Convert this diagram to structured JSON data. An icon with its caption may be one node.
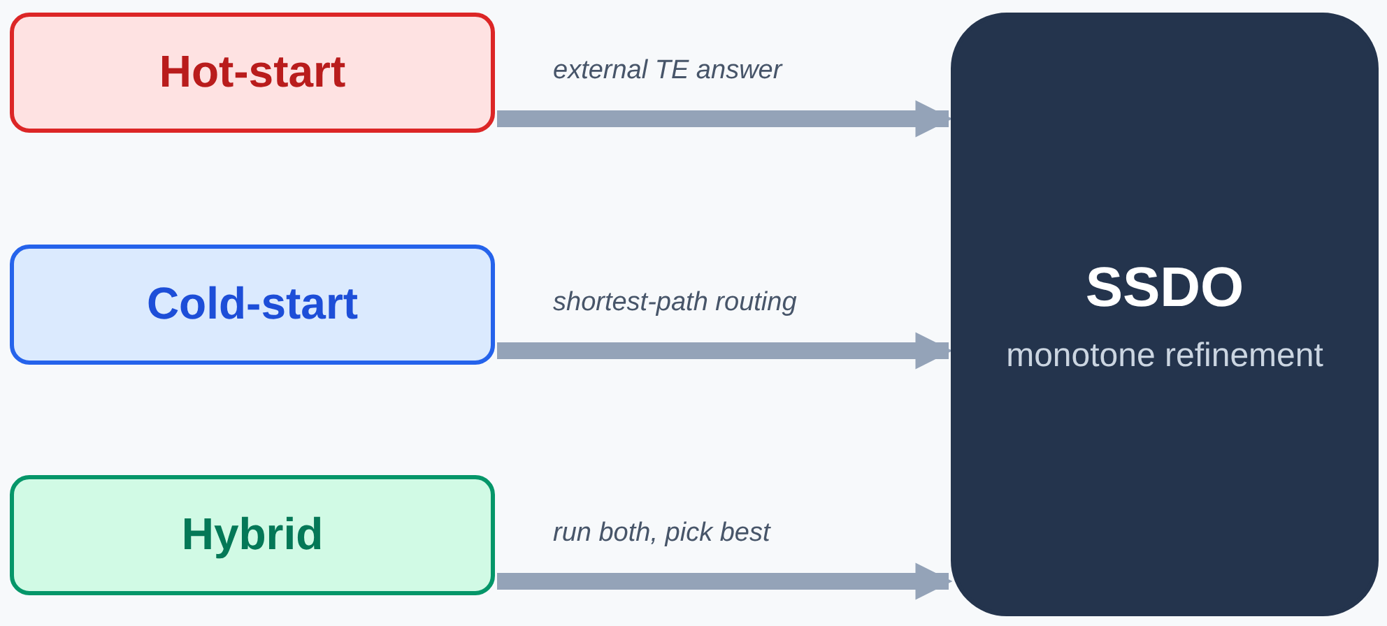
{
  "diagram": {
    "nodes": [
      {
        "text": [
          "Hot-start"
        ]
      },
      {
        "text": [
          "Cold-start"
        ]
      },
      {
        "text": [
          "Hybrid"
        ]
      },
      {
        "text": [
          "SSDO",
          "monotone refinement"
        ]
      }
    ],
    "edges": [
      {
        "from": 0,
        "to": 3,
        "arrow": "to",
        "label": "external TE answer"
      },
      {
        "from": 1,
        "to": 3,
        "arrow": "to",
        "label": "shortest-path routing"
      },
      {
        "from": 2,
        "to": 3,
        "arrow": "to",
        "label": "run both, pick best"
      }
    ]
  }
}
